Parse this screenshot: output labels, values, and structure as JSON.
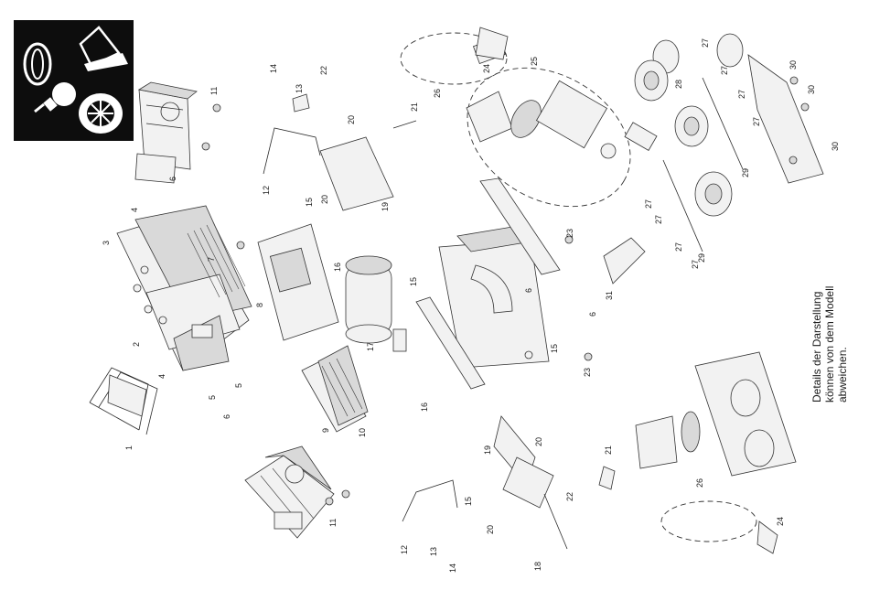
{
  "note": {
    "lines": [
      "Details der Darstellung",
      "können von dem Modell",
      "abweichen."
    ]
  },
  "badge": {
    "age_mark": "0",
    "icons": [
      "age-zero-icon",
      "lamp-icon",
      "wheel-icon",
      "figure-icon"
    ]
  },
  "part_numbers": [
    "1",
    "2",
    "3",
    "4",
    "5",
    "6",
    "7",
    "8",
    "9",
    "10",
    "11",
    "12",
    "13",
    "14",
    "15",
    "16",
    "17",
    "18",
    "19",
    "20",
    "21",
    "22",
    "23",
    "24",
    "25",
    "26",
    "27",
    "28",
    "29",
    "30",
    "31"
  ]
}
